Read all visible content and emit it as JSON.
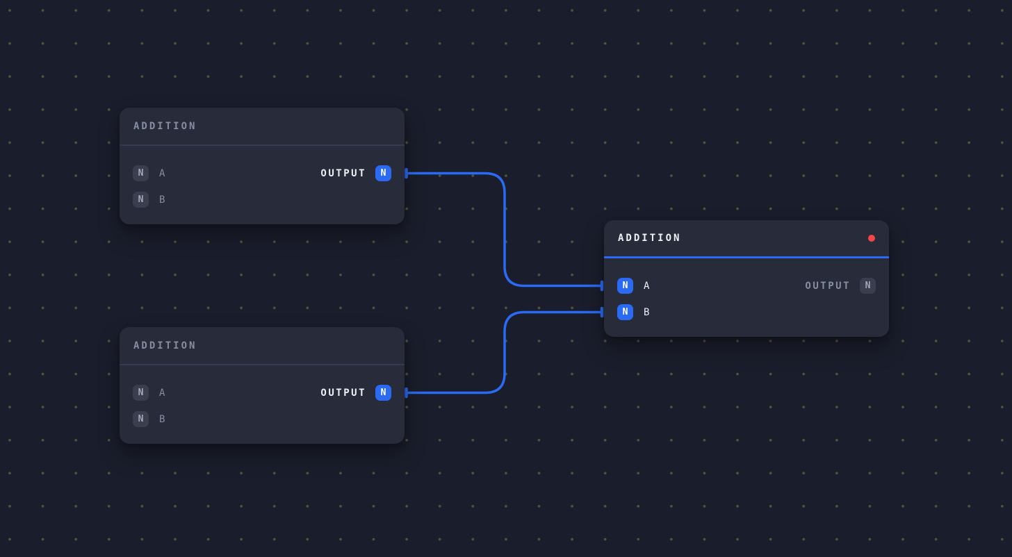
{
  "theme": {
    "canvas_bg": "#1a1d2b",
    "grid_dot": "#55543c",
    "node_bg": "#272b3a",
    "node_divider": "#363b52",
    "accent_blue": "#2b6bf3",
    "status_red": "#f54545",
    "text_bright": "#eef0f5",
    "text_muted": "#878da1"
  },
  "nodes": [
    {
      "title": "ADDITION",
      "state": "default",
      "inputs": [
        {
          "type": "N",
          "label": "A"
        },
        {
          "type": "N",
          "label": "B"
        }
      ],
      "output": {
        "label": "OUTPUT",
        "type": "N"
      }
    },
    {
      "title": "ADDITION",
      "state": "default",
      "inputs": [
        {
          "type": "N",
          "label": "A"
        },
        {
          "type": "N",
          "label": "B"
        }
      ],
      "output": {
        "label": "OUTPUT",
        "type": "N"
      }
    },
    {
      "title": "ADDITION",
      "state": "selected",
      "status_dot": "red",
      "inputs": [
        {
          "type": "N",
          "label": "A"
        },
        {
          "type": "N",
          "label": "B"
        }
      ],
      "output": {
        "label": "OUTPUT",
        "type": "N"
      }
    }
  ]
}
